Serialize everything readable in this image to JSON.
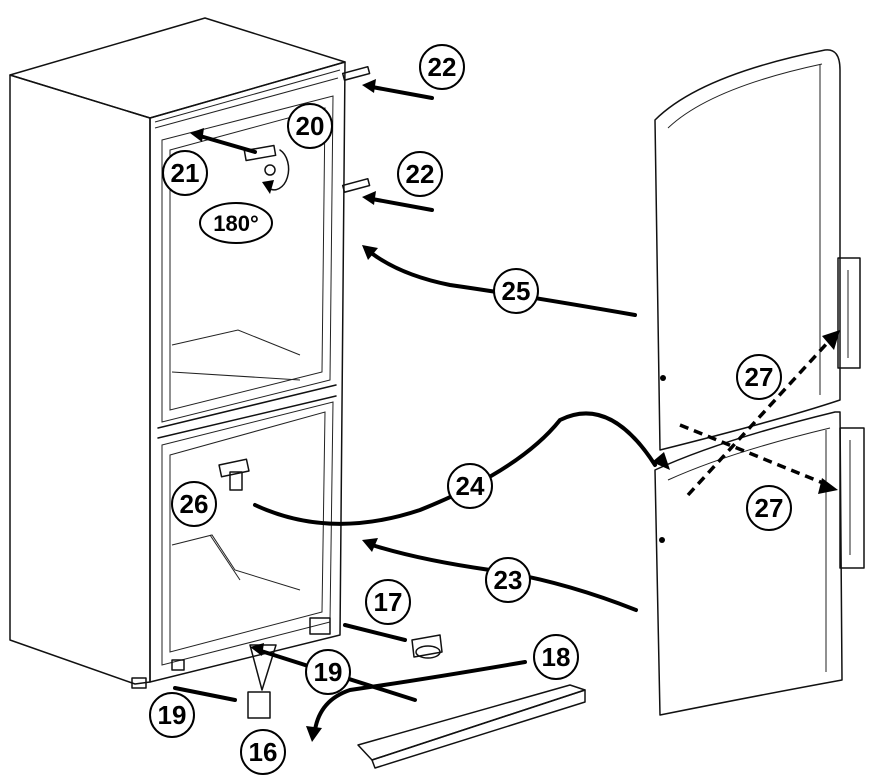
{
  "callouts": {
    "c16": "16",
    "c17": "17",
    "c18": "18",
    "c19a": "19",
    "c19b": "19",
    "c20": "20",
    "c21": "21",
    "c22a": "22",
    "c22b": "22",
    "c23": "23",
    "c24": "24",
    "c25": "25",
    "c26": "26",
    "c27a": "27",
    "c27b": "27"
  },
  "rotation_label": "180°"
}
